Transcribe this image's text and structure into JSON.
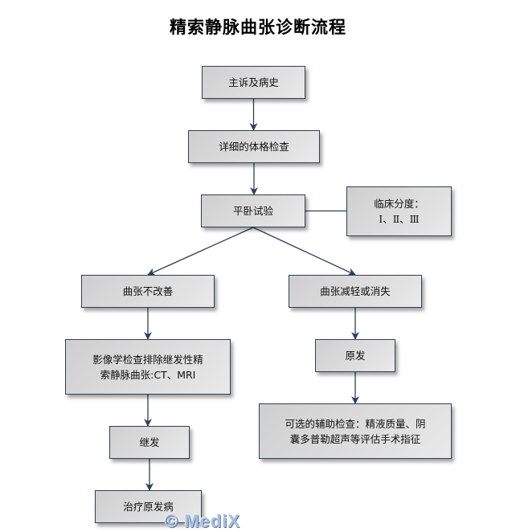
{
  "title": "精索静脉曲张诊断流程",
  "colors": {
    "border": "#2e4057",
    "edge": "#2e4057",
    "fill_dark": "#cfcfcf",
    "fill_light": "#e9e9e9"
  },
  "nodes": {
    "history": {
      "lines": [
        "主诉及病史"
      ]
    },
    "exam": {
      "lines": [
        "详细的体格检查"
      ]
    },
    "supine_test": {
      "lines": [
        "平卧试验"
      ]
    },
    "grading": {
      "lines": [
        "临床分度：",
        "Ⅰ、Ⅱ、Ⅲ"
      ]
    },
    "no_improve": {
      "lines": [
        "曲张不改善"
      ]
    },
    "improve": {
      "lines": [
        "曲张减轻或消失"
      ]
    },
    "imaging": {
      "lines": [
        "影像学检查排除继发性精",
        "索静脉曲张:CT、MRI"
      ]
    },
    "primary": {
      "lines": [
        "原发"
      ]
    },
    "optional_tests": {
      "lines": [
        "可选的辅助检查：精液质量、阴",
        "囊多普勒超声等评估手术指征"
      ]
    },
    "secondary": {
      "lines": [
        "继发"
      ]
    },
    "treat_primary": {
      "lines": [
        "治疗原发病"
      ]
    }
  },
  "edges": [
    {
      "from": "history",
      "to": "exam",
      "arrow": true
    },
    {
      "from": "exam",
      "to": "supine_test",
      "arrow": true
    },
    {
      "from": "supine_test",
      "to": "grading",
      "arrow": false
    },
    {
      "from": "supine_test",
      "to": "no_improve",
      "arrow": true
    },
    {
      "from": "supine_test",
      "to": "improve",
      "arrow": true
    },
    {
      "from": "no_improve",
      "to": "imaging",
      "arrow": true
    },
    {
      "from": "imaging",
      "to": "secondary",
      "arrow": true
    },
    {
      "from": "secondary",
      "to": "treat_primary",
      "arrow": true
    },
    {
      "from": "improve",
      "to": "primary",
      "arrow": true
    },
    {
      "from": "primary",
      "to": "optional_tests",
      "arrow": true
    }
  ],
  "watermark": "© MediX"
}
